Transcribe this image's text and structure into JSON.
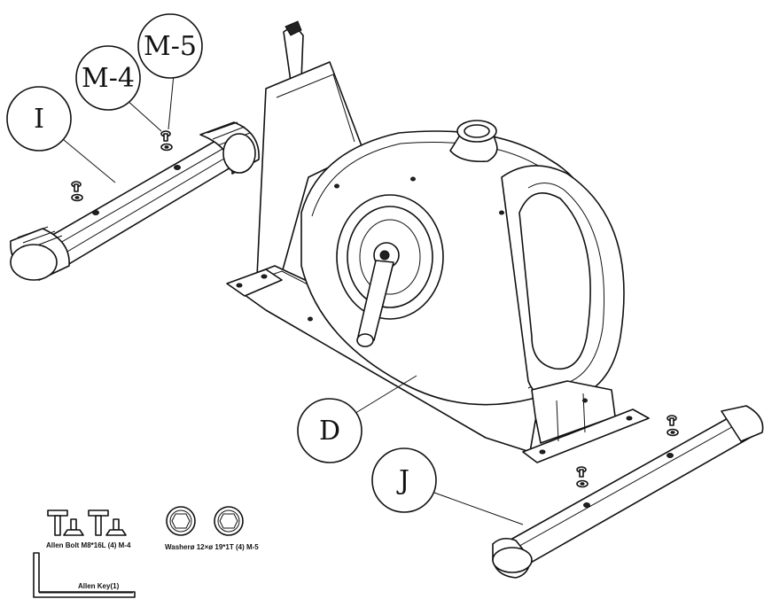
{
  "callouts": {
    "m5": "M-5",
    "m4": "M-4",
    "i": "I",
    "d": "D",
    "j": "J"
  },
  "hardware": {
    "bolt_label": "Allen Bolt M8*16L (4) M-4",
    "washer_label": "Washerø 12×ø 19*1T (4) M-5",
    "key_label": "Allen Key(1)"
  },
  "colors": {
    "line": "#111111",
    "background": "#ffffff"
  }
}
